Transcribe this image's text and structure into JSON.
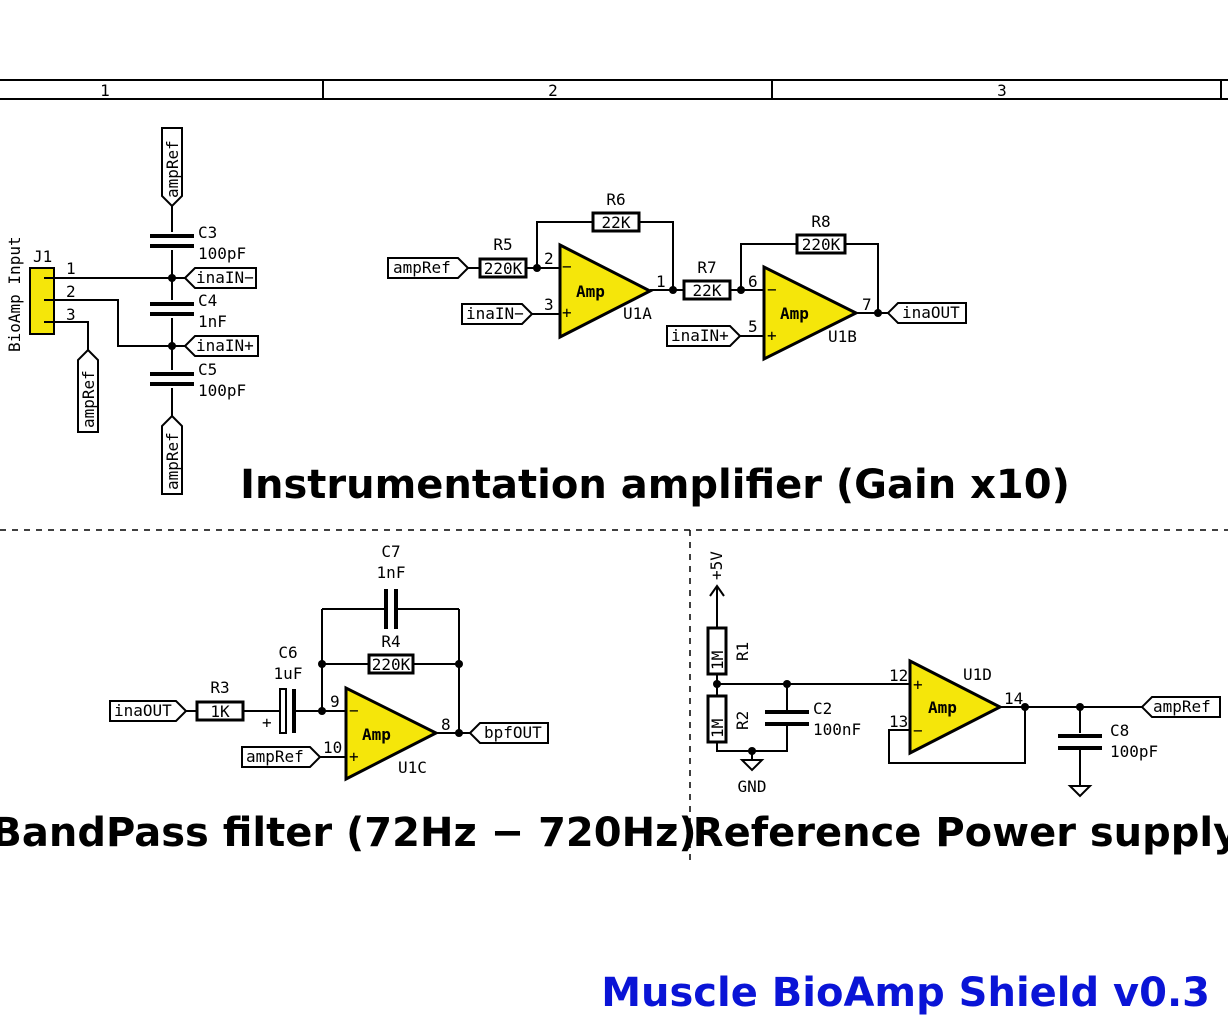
{
  "frame": {
    "columns": [
      "1",
      "2",
      "3"
    ]
  },
  "connector": {
    "ref": "J1",
    "label": "BioAmp Input",
    "pins": [
      "1",
      "2",
      "3"
    ]
  },
  "net_labels": {
    "ampRef": "ampRef",
    "inaINm": "inaIN−",
    "inaINp": "inaIN+",
    "inaOUT": "inaOUT",
    "bpfOUT": "bpfOUT",
    "gnd": "GND",
    "vcc": "+5V"
  },
  "components": {
    "C3": {
      "ref": "C3",
      "value": "100pF"
    },
    "C4": {
      "ref": "C4",
      "value": "1nF"
    },
    "C5": {
      "ref": "C5",
      "value": "100pF"
    },
    "R5": {
      "ref": "R5",
      "value": "220K"
    },
    "R6": {
      "ref": "R6",
      "value": "22K"
    },
    "R7": {
      "ref": "R7",
      "value": "22K"
    },
    "R8": {
      "ref": "R8",
      "value": "220K"
    },
    "R3": {
      "ref": "R3",
      "value": "1K"
    },
    "C6": {
      "ref": "C6",
      "value": "1uF"
    },
    "C7": {
      "ref": "C7",
      "value": "1nF"
    },
    "R4": {
      "ref": "R4",
      "value": "220K"
    },
    "R1": {
      "ref": "R1",
      "value": "1M"
    },
    "R2": {
      "ref": "R2",
      "value": "1M"
    },
    "C2": {
      "ref": "C2",
      "value": "100nF"
    },
    "C8": {
      "ref": "C8",
      "value": "100pF"
    }
  },
  "opamps": {
    "U1A": {
      "ref": "U1A",
      "label": "Amp",
      "pins": [
        "2",
        "3",
        "1"
      ]
    },
    "U1B": {
      "ref": "U1B",
      "label": "Amp",
      "pins": [
        "6",
        "5",
        "7"
      ]
    },
    "U1C": {
      "ref": "U1C",
      "label": "Amp",
      "pins": [
        "9",
        "10",
        "8"
      ]
    },
    "U1D": {
      "ref": "U1D",
      "label": "Amp",
      "pins": [
        "12",
        "13",
        "14"
      ]
    }
  },
  "polarity": {
    "minus": "−",
    "plus": "+"
  },
  "sections": {
    "ina": "Instrumentation amplifier (Gain x10)",
    "bpf": "BandPass filter (72Hz − 720Hz)",
    "ref": "Reference Power supply"
  },
  "title": "Muscle BioAmp Shield v0.3"
}
